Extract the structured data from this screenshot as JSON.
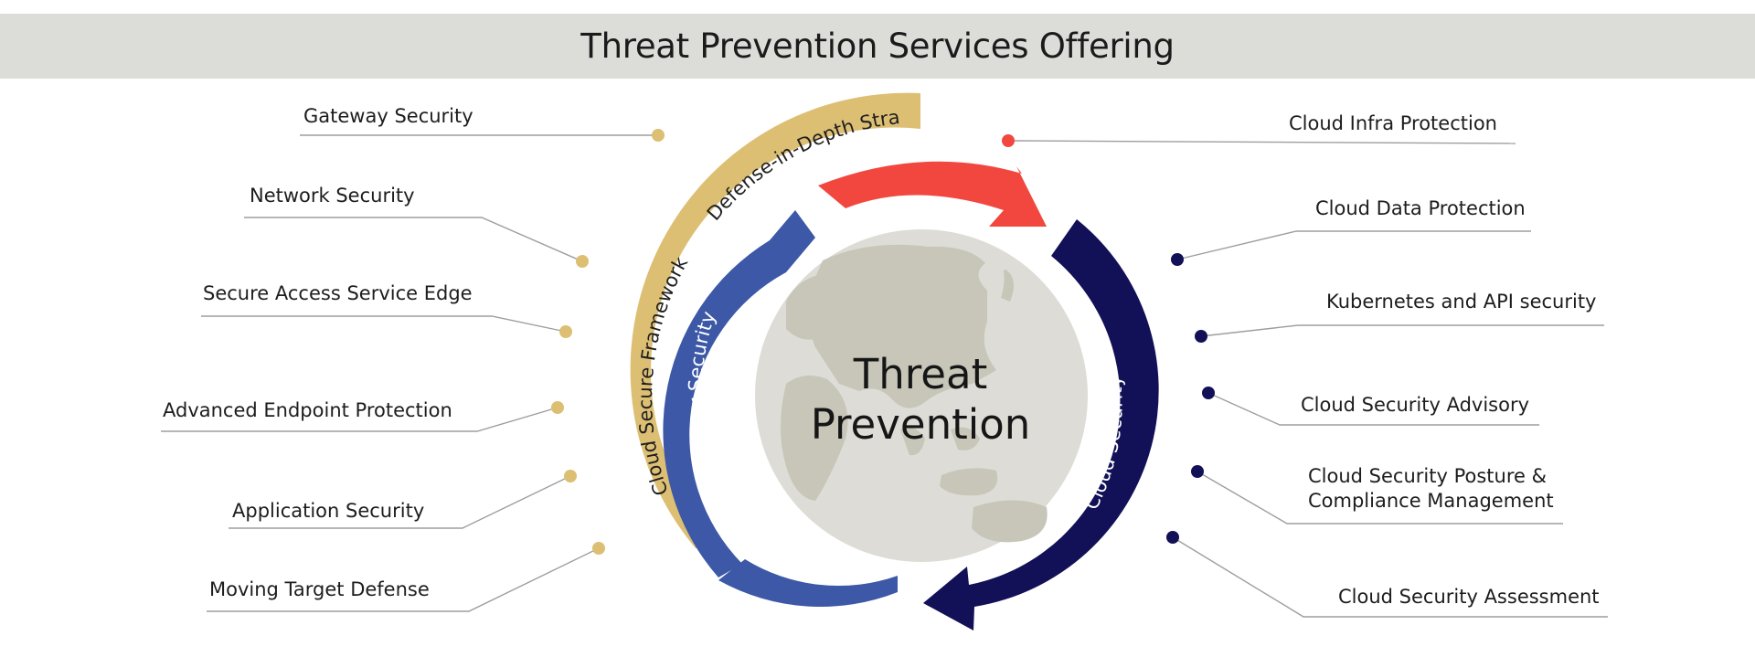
{
  "title": "Threat Prevention Services Offering",
  "center": {
    "line1": "Threat",
    "line2": "Prevention"
  },
  "rings": {
    "outer_left_1": "Cloud Secure Framework",
    "outer_left_2": "Defense-in-Depth Strategy",
    "inner_left": "Perimeter Security",
    "inner_right": "Cloud Security"
  },
  "left_items": [
    "Gateway Security",
    "Network Security",
    "Secure Access Service Edge",
    "Advanced Endpoint Protection",
    "Application Security",
    "Moving Target Defense"
  ],
  "right_items": [
    "Cloud Infra Protection",
    "Cloud Data Protection",
    "Kubernetes and API security",
    "Cloud Security Advisory",
    "Cloud Security Posture &",
    "Compliance Management",
    "Cloud Security Assessment"
  ],
  "colors": {
    "title_band": "#dcddd9",
    "gold": "#ddbf73",
    "blue": "#3c58a6",
    "navy": "#121056",
    "red": "#f2473f",
    "globe": "#dddcd6",
    "land": "#c7c6b9",
    "connector": "#9e9e9e"
  },
  "icons": {
    "center": "globe-icon"
  }
}
